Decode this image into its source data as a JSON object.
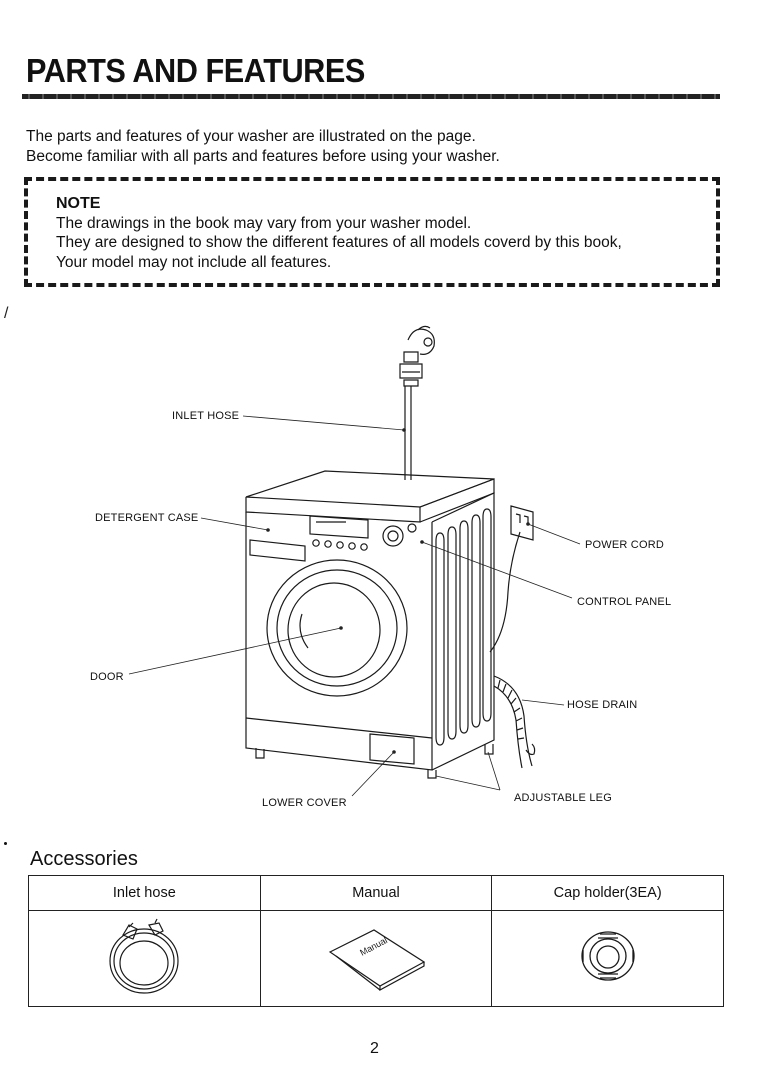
{
  "page": {
    "title": "PARTS AND FEATURES",
    "intro": [
      "The parts and features of your washer are illustrated on the page.",
      "Become familiar with all parts and features before using your washer."
    ],
    "page_number": "2"
  },
  "note": {
    "heading": "NOTE",
    "lines": [
      "The drawings in the book may vary from your washer model.",
      "They are designed to show the different features of all models coverd by this book,",
      "Your model may not include all features."
    ]
  },
  "diagram": {
    "labels": {
      "inlet_hose": "INLET HOSE",
      "detergent_case": "DETERGENT CASE",
      "power_cord": "POWER CORD",
      "control_panel": "CONTROL PANEL",
      "door": "DOOR",
      "hose_drain": "HOSE DRAIN",
      "lower_cover": "LOWER COVER",
      "adjustable_leg": "ADJUSTABLE LEG"
    }
  },
  "accessories": {
    "heading": "Accessories",
    "items": [
      {
        "name": "Inlet hose",
        "icon": "inlet-hose-icon"
      },
      {
        "name": "Manual",
        "icon": "manual-booklet-icon",
        "cover_text": "Manual"
      },
      {
        "name": "Cap holder(3EA)",
        "icon": "cap-holder-icon"
      }
    ]
  }
}
